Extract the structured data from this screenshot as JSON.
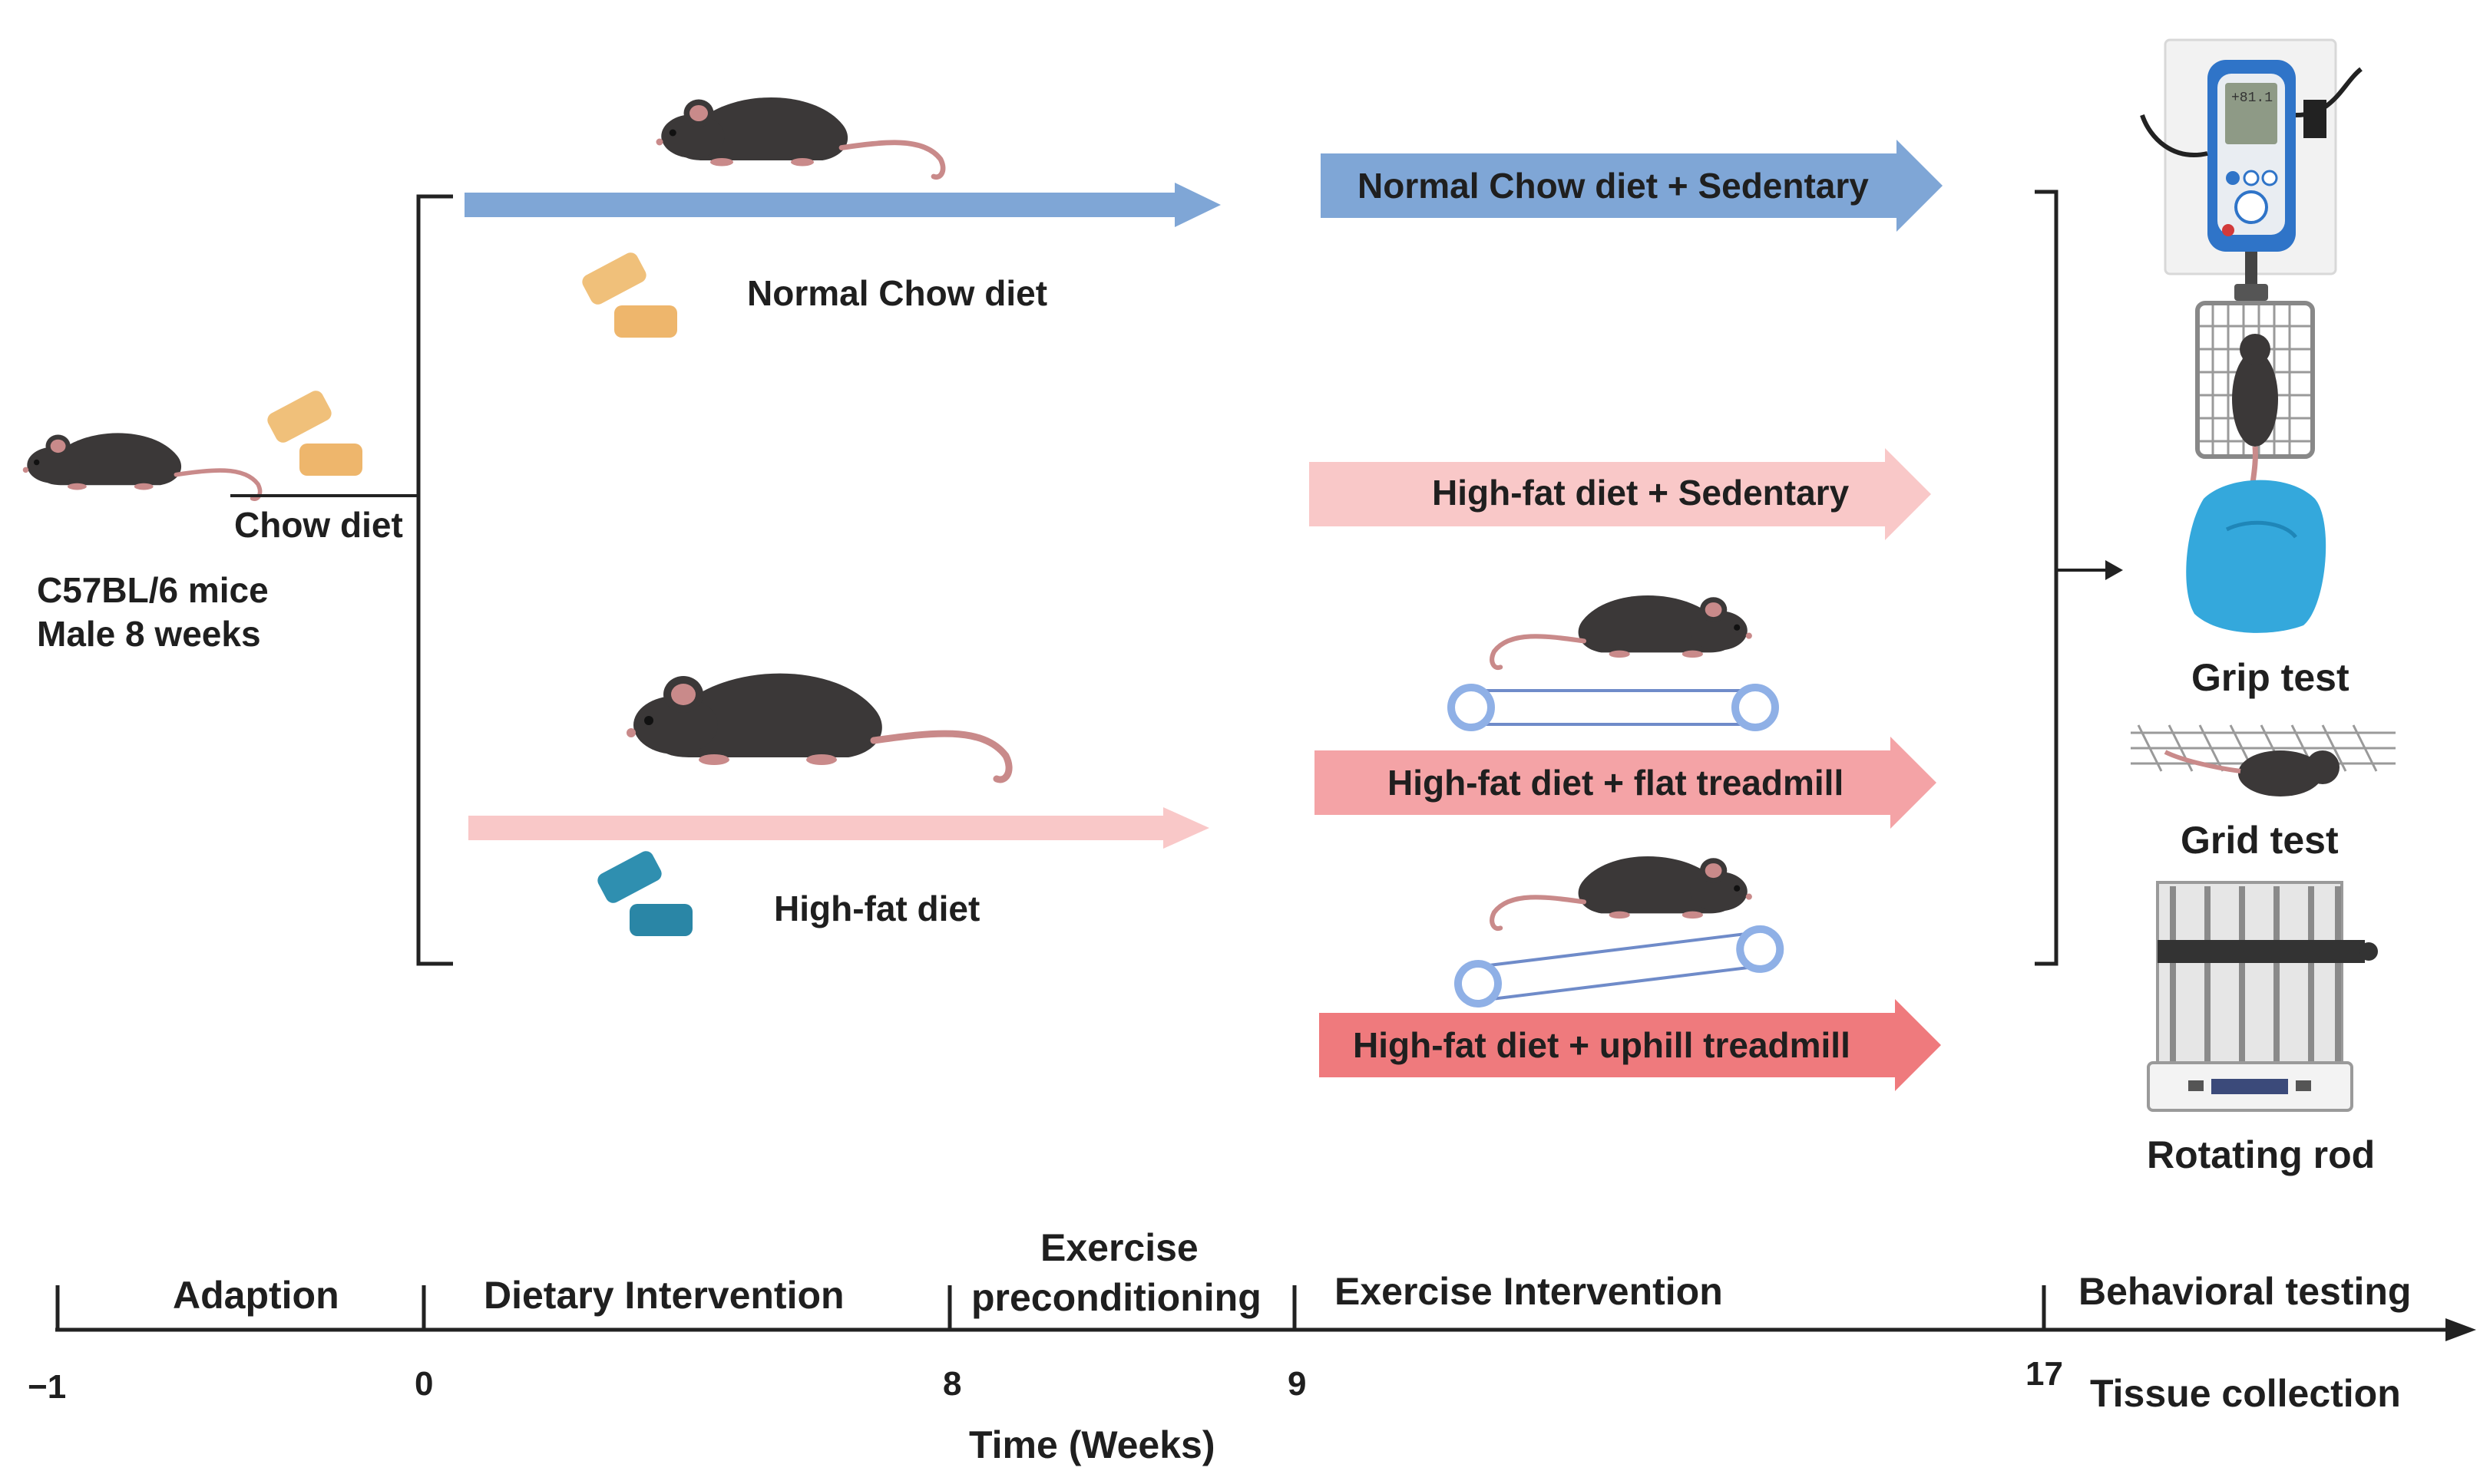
{
  "subject": {
    "line1": "C57BL/6 mice",
    "line2": "Male  8 weeks",
    "chow_label": "Chow diet"
  },
  "diet_branches": {
    "normal": {
      "label": "Normal Chow diet"
    },
    "highfat": {
      "label": "High-fat diet"
    }
  },
  "groups": [
    {
      "label": "Normal Chow diet + Sedentary",
      "color": "#7fa6d6"
    },
    {
      "label": "High-fat diet + Sedentary",
      "color": "#f9c8c8"
    },
    {
      "label": "High-fat diet + flat treadmill",
      "color": "#f4a3a6"
    },
    {
      "label": "High-fat diet + uphill treadmill",
      "color": "#ef7a7d"
    }
  ],
  "tests": {
    "grip": "Grip test",
    "grid": "Grid test",
    "rotarod": "Rotating rod",
    "device_readout": "+81.1"
  },
  "timeline": {
    "phases": {
      "adaption": "Adaption",
      "dietary": "Dietary Intervention",
      "pre_line1": "Exercise",
      "pre_line2": "preconditioning",
      "exercise": "Exercise Intervention",
      "behavioral": "Behavioral testing",
      "tissue": "Tissue collection"
    },
    "ticks": [
      "−1",
      "0",
      "8",
      "9",
      "17"
    ],
    "axis_title": "Time (Weeks)"
  },
  "colors": {
    "blue_arrow": "#7fa6d6",
    "pink_arrow": "#f9c8c8",
    "chow_pellet": "#f0c07a",
    "hfd_pellet": "#2f8fb0",
    "mouse": "#3b3838",
    "glove": "#34a8dc"
  }
}
